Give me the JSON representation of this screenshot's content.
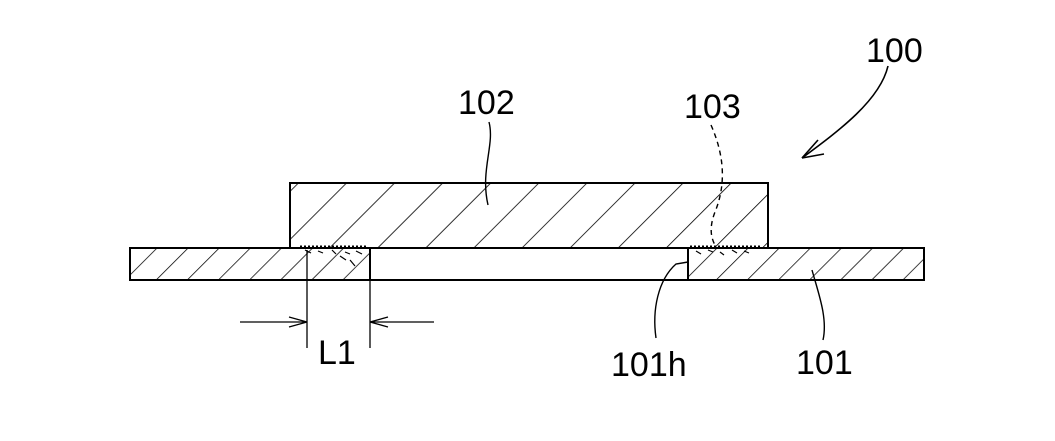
{
  "labels": {
    "assembly": "100",
    "upper_member": "102",
    "bond": "103",
    "lower_plate": "101",
    "hole_edge": "101h",
    "overlap_length": "L1"
  },
  "colors": {
    "line": "#000000",
    "background": "#ffffff"
  }
}
